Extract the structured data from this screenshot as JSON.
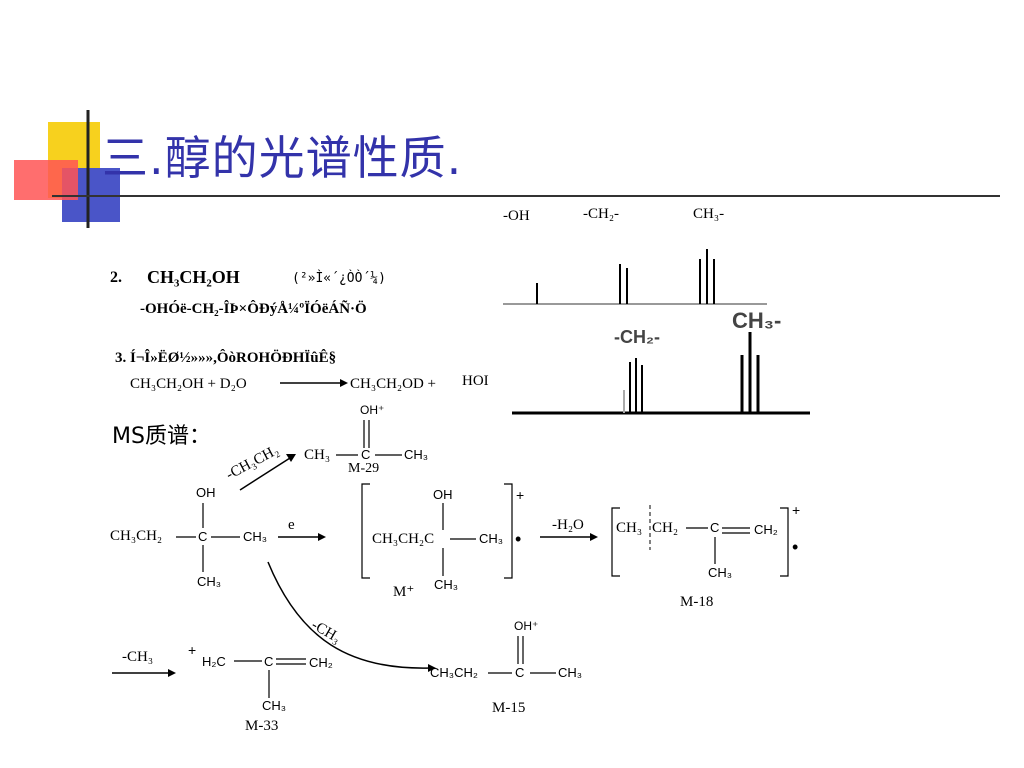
{
  "slide": {
    "title": "三.醇的光谱性质.",
    "ms_label": "MS质谱："
  },
  "nmr": {
    "top_labels": {
      "oh": "-OH",
      "ch2": "-CH₂-",
      "ch3": "CH₃-"
    },
    "bottom_labels": {
      "ch2": "-CH₂-",
      "ch3": "CH₃-"
    }
  },
  "text_block": {
    "item2_num": "2.",
    "item2_formula": "CH₃CH₂OH",
    "item2_note": "(²»Ì«´¿ÒÒ´¼)",
    "item2_line2": "-OHÓë-CH₂-ÎÞ×ÔÐýÅ¼ºÏÓëÁÑ·Ö",
    "item3_line": "3. Í¬Î»ËØ½»»»,ÔòROHÖÐHÏûÊ§",
    "reaction_left": "CH₃CH₂OH + D₂O",
    "reaction_right": "CH₃CH₂OD +",
    "reaction_hoi": "HOI"
  },
  "ms": {
    "start": {
      "oh": "OH",
      "left": "CH₃CH₂",
      "c": "C",
      "right": "CH₃",
      "bottom": "CH₃"
    },
    "arrow_e": "e",
    "loss_ethyl": "-CH₃CH₂",
    "m29": {
      "oh": "OH⁺",
      "left": "CH₃",
      "c": "C",
      "right": "CH₃",
      "label": "M-29"
    },
    "mplus": {
      "oh": "OH",
      "left": "CH₃CH₂C",
      "right": "CH₃",
      "bottom": "CH₃",
      "charge": "+",
      "radical": "•",
      "label": "M⁺"
    },
    "loss_water": "-H₂O",
    "m18": {
      "left": "CH₃",
      "ch2a": "CH₂",
      "c": "C",
      "ch2b": "CH₂",
      "bottom": "CH₃",
      "charge": "+",
      "radical": "•",
      "label": "M-18"
    },
    "loss_methyl_curve": "-CH₃",
    "m15": {
      "oh": "OH⁺",
      "left": "CH₃CH₂",
      "c": "C",
      "right": "CH₃",
      "label": "M-15"
    },
    "loss_methyl": "-CH₃",
    "m33": {
      "charge": "+",
      "h2c": "H₂C",
      "c": "C",
      "ch2": "CH₂",
      "bottom": "CH₃",
      "label": "M-33"
    }
  }
}
